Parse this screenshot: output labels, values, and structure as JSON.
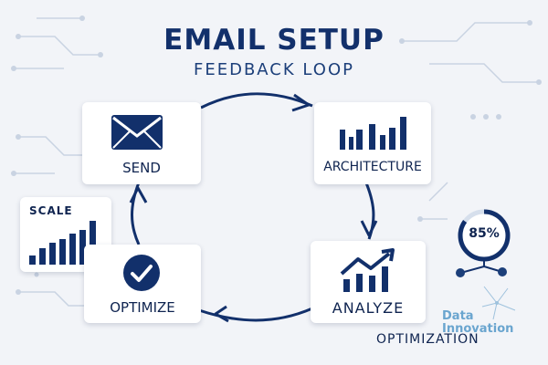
{
  "header": {
    "title": "EMAIL SETUP",
    "subtitle": "FEEDBACK LOOP"
  },
  "steps": {
    "send": {
      "label": "SEND",
      "icon": "envelope-icon"
    },
    "architecture": {
      "label": "ARCHITECTURE",
      "icon": "bar-chart-icon"
    },
    "analyze": {
      "label": "ANALYZE",
      "icon": "trend-chart-icon"
    },
    "optimize": {
      "label": "OPTIMIZE",
      "icon": "check-circle-icon"
    }
  },
  "scale_card": {
    "label": "SCALE",
    "icon": "growth-bars-icon"
  },
  "gauge": {
    "value": "85%",
    "fraction": 0.85
  },
  "brand": {
    "line1": "Data",
    "line2": "Innovation"
  },
  "footer": {
    "text": "OPTIMIZATION"
  },
  "colors": {
    "primary": "#12306b",
    "accent": "#6aa5cf",
    "background": "#f2f4f8",
    "card": "#ffffff",
    "circuit": "#c9d3e2"
  }
}
